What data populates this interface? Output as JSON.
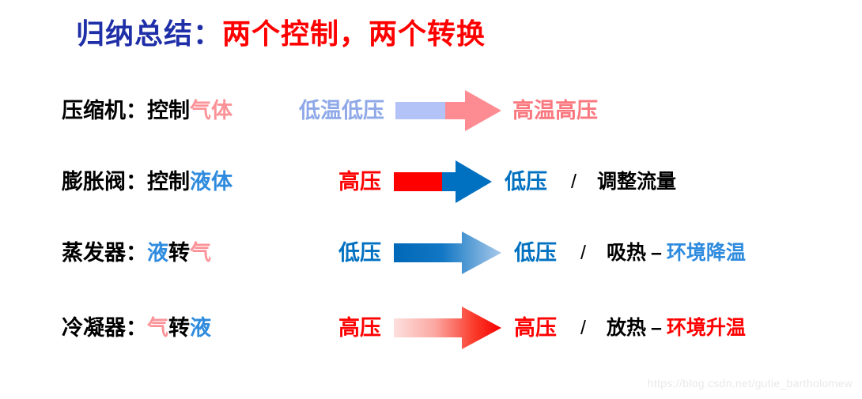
{
  "title": {
    "prefix": "归纳总结：",
    "highlight": "两个控制，两个转换",
    "prefix_color": "#1F2FA8",
    "highlight_color": "#FF0000"
  },
  "rows": [
    {
      "label_main": "压缩机",
      "label_colon": "：",
      "label_verb": "控制",
      "label_object": "气体",
      "label_object_color": "#FB9298",
      "from_text": "低温低压",
      "from_color": "#8FA8E8",
      "to_text": "高温高压",
      "to_color": "#F9787F",
      "arrow": "arrow-blue-salmon-split",
      "separator": "",
      "note_black": "",
      "note_dash": "",
      "note_colored": "",
      "note_colored_color": ""
    },
    {
      "label_main": "膨胀阀",
      "label_colon": "：",
      "label_verb": "控制",
      "label_object": "液体",
      "label_object_color": "#2E8BDE",
      "from_text": "高压",
      "from_color": "#FF0000",
      "to_text": "低压",
      "to_color": "#0070C0",
      "arrow": "arrow-red-blue-split",
      "separator": "/",
      "note_black": "调整流量",
      "note_dash": "",
      "note_colored": "",
      "note_colored_color": ""
    },
    {
      "label_main": "蒸发器",
      "label_colon": "：",
      "label_verb": "液",
      "label_verb_color": "#2E8BDE",
      "label_mid": "转",
      "label_object": "气",
      "label_object_color": "#FB9298",
      "from_text": "低压",
      "from_color": "#0070C0",
      "to_text": "低压",
      "to_color": "#0070C0",
      "arrow": "arrow-blue-gradient",
      "separator": "/",
      "note_black": "吸热",
      "note_dash": "–",
      "note_colored": "环境降温",
      "note_colored_color": "#2E8BDE"
    },
    {
      "label_main": "冷凝器",
      "label_colon": "：",
      "label_verb": "气",
      "label_verb_color": "#FB9298",
      "label_mid": "转",
      "label_object": "液",
      "label_object_color": "#2E8BDE",
      "from_text": "高压",
      "from_color": "#FF0000",
      "to_text": "高压",
      "to_color": "#FF0000",
      "arrow": "arrow-red-gradient",
      "separator": "/",
      "note_black": "放热",
      "note_dash": "–",
      "note_colored": "环境升温",
      "note_colored_color": "#FF0000"
    }
  ],
  "watermark": "https://blog.csdn.net/gutie_bartholomew",
  "palette": {
    "blue_strong": "#0070C0",
    "blue_light": "#9DC3E6",
    "red_pure": "#FF0000",
    "red_faint": "#FBD9D7",
    "salmon": "#FC8C92",
    "periwinkle_fill": "#B4C3F7",
    "title_blue": "#1F2FA8",
    "watermark_gray": "#E9E9E9"
  }
}
